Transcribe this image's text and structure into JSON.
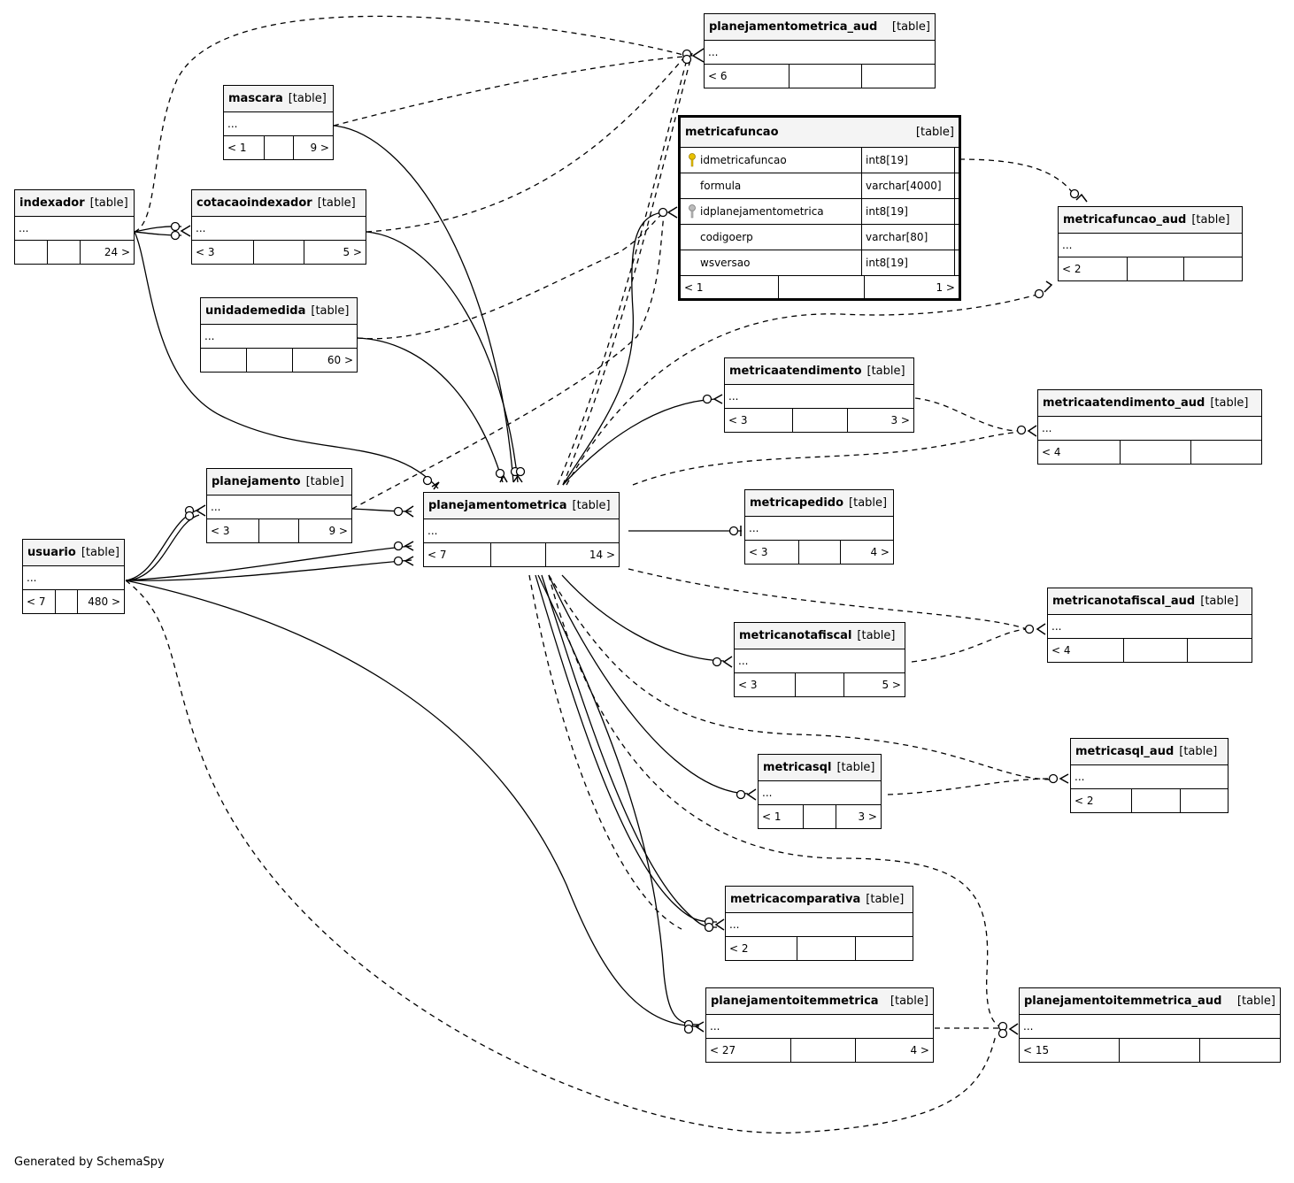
{
  "footer": "Generated by SchemaSpy",
  "type_label": "[table]",
  "tables": {
    "planejamentometrica_aud": {
      "name": "planejamentometrica_aud",
      "body": "...",
      "foot": [
        "< 6",
        "",
        ""
      ]
    },
    "mascara": {
      "name": "mascara",
      "body": "...",
      "foot": [
        "< 1",
        "",
        "9 >"
      ]
    },
    "indexador": {
      "name": "indexador",
      "body": "...",
      "foot": [
        "",
        "",
        "24 >"
      ]
    },
    "cotacaoindexador": {
      "name": "cotacaoindexador",
      "body": "...",
      "foot": [
        "< 3",
        "",
        "5 >"
      ]
    },
    "unidademedida": {
      "name": "unidademedida",
      "body": "...",
      "foot": [
        "",
        "",
        "60 >"
      ]
    },
    "planejamento": {
      "name": "planejamento",
      "body": "...",
      "foot": [
        "< 3",
        "",
        "9 >"
      ]
    },
    "usuario": {
      "name": "usuario",
      "body": "...",
      "foot": [
        "< 7",
        "",
        "480 >"
      ]
    },
    "planejamentometrica": {
      "name": "planejamentometrica",
      "body": "...",
      "foot": [
        "< 7",
        "",
        "14 >"
      ]
    },
    "metricafuncao_aud": {
      "name": "metricafuncao_aud",
      "body": "...",
      "foot": [
        "< 2",
        "",
        ""
      ]
    },
    "metricaatendimento": {
      "name": "metricaatendimento",
      "body": "...",
      "foot": [
        "< 3",
        "",
        "3 >"
      ]
    },
    "metricaatendimento_aud": {
      "name": "metricaatendimento_aud",
      "body": "...",
      "foot": [
        "< 4",
        "",
        ""
      ]
    },
    "metricapedido": {
      "name": "metricapedido",
      "body": "...",
      "foot": [
        "< 3",
        "",
        "4 >"
      ]
    },
    "metricanotafiscal_aud": {
      "name": "metricanotafiscal_aud",
      "body": "...",
      "foot": [
        "< 4",
        "",
        ""
      ]
    },
    "metricanotafiscal": {
      "name": "metricanotafiscal",
      "body": "...",
      "foot": [
        "< 3",
        "",
        "5 >"
      ]
    },
    "metricasql_aud": {
      "name": "metricasql_aud",
      "body": "...",
      "foot": [
        "< 2",
        "",
        ""
      ]
    },
    "metricasql": {
      "name": "metricasql",
      "body": "...",
      "foot": [
        "< 1",
        "",
        "3 >"
      ]
    },
    "metricacomparativa": {
      "name": "metricacomparativa",
      "body": "...",
      "foot": [
        "< 2",
        "",
        ""
      ]
    },
    "planejamentoitemmetrica": {
      "name": "planejamentoitemmetrica",
      "body": "...",
      "foot": [
        "< 27",
        "",
        "4 >"
      ]
    },
    "planejamentoitemmetrica_aud": {
      "name": "planejamentoitemmetrica_aud",
      "body": "...",
      "foot": [
        "< 15",
        "",
        ""
      ]
    }
  },
  "focus_table": {
    "name": "metricafuncao",
    "columns": [
      {
        "name": "idmetricafuncao",
        "type": "int8[19]",
        "key": "primary-key"
      },
      {
        "name": "formula",
        "type": "varchar[4000]",
        "key": ""
      },
      {
        "name": "idplanejamentometrica",
        "type": "int8[19]",
        "key": "foreign-key"
      },
      {
        "name": "codigoerp",
        "type": "varchar[80]",
        "key": ""
      },
      {
        "name": "wsversao",
        "type": "int8[19]",
        "key": ""
      }
    ],
    "foot": [
      "< 1",
      "",
      "1 >"
    ]
  },
  "colors": {
    "line": "#000000",
    "header_bg": "#f4f4f4",
    "pk_icon": "#e8c000",
    "fk_icon": "#999999"
  }
}
